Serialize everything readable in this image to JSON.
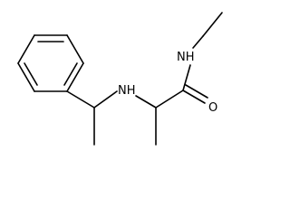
{
  "molecule": {
    "atoms": {
      "amide_nh": "NH",
      "amine_nh": "NH",
      "carbonyl_o": "O"
    }
  },
  "colors": {
    "bond": "#000000",
    "label": "#000000",
    "background": "#ffffff"
  }
}
